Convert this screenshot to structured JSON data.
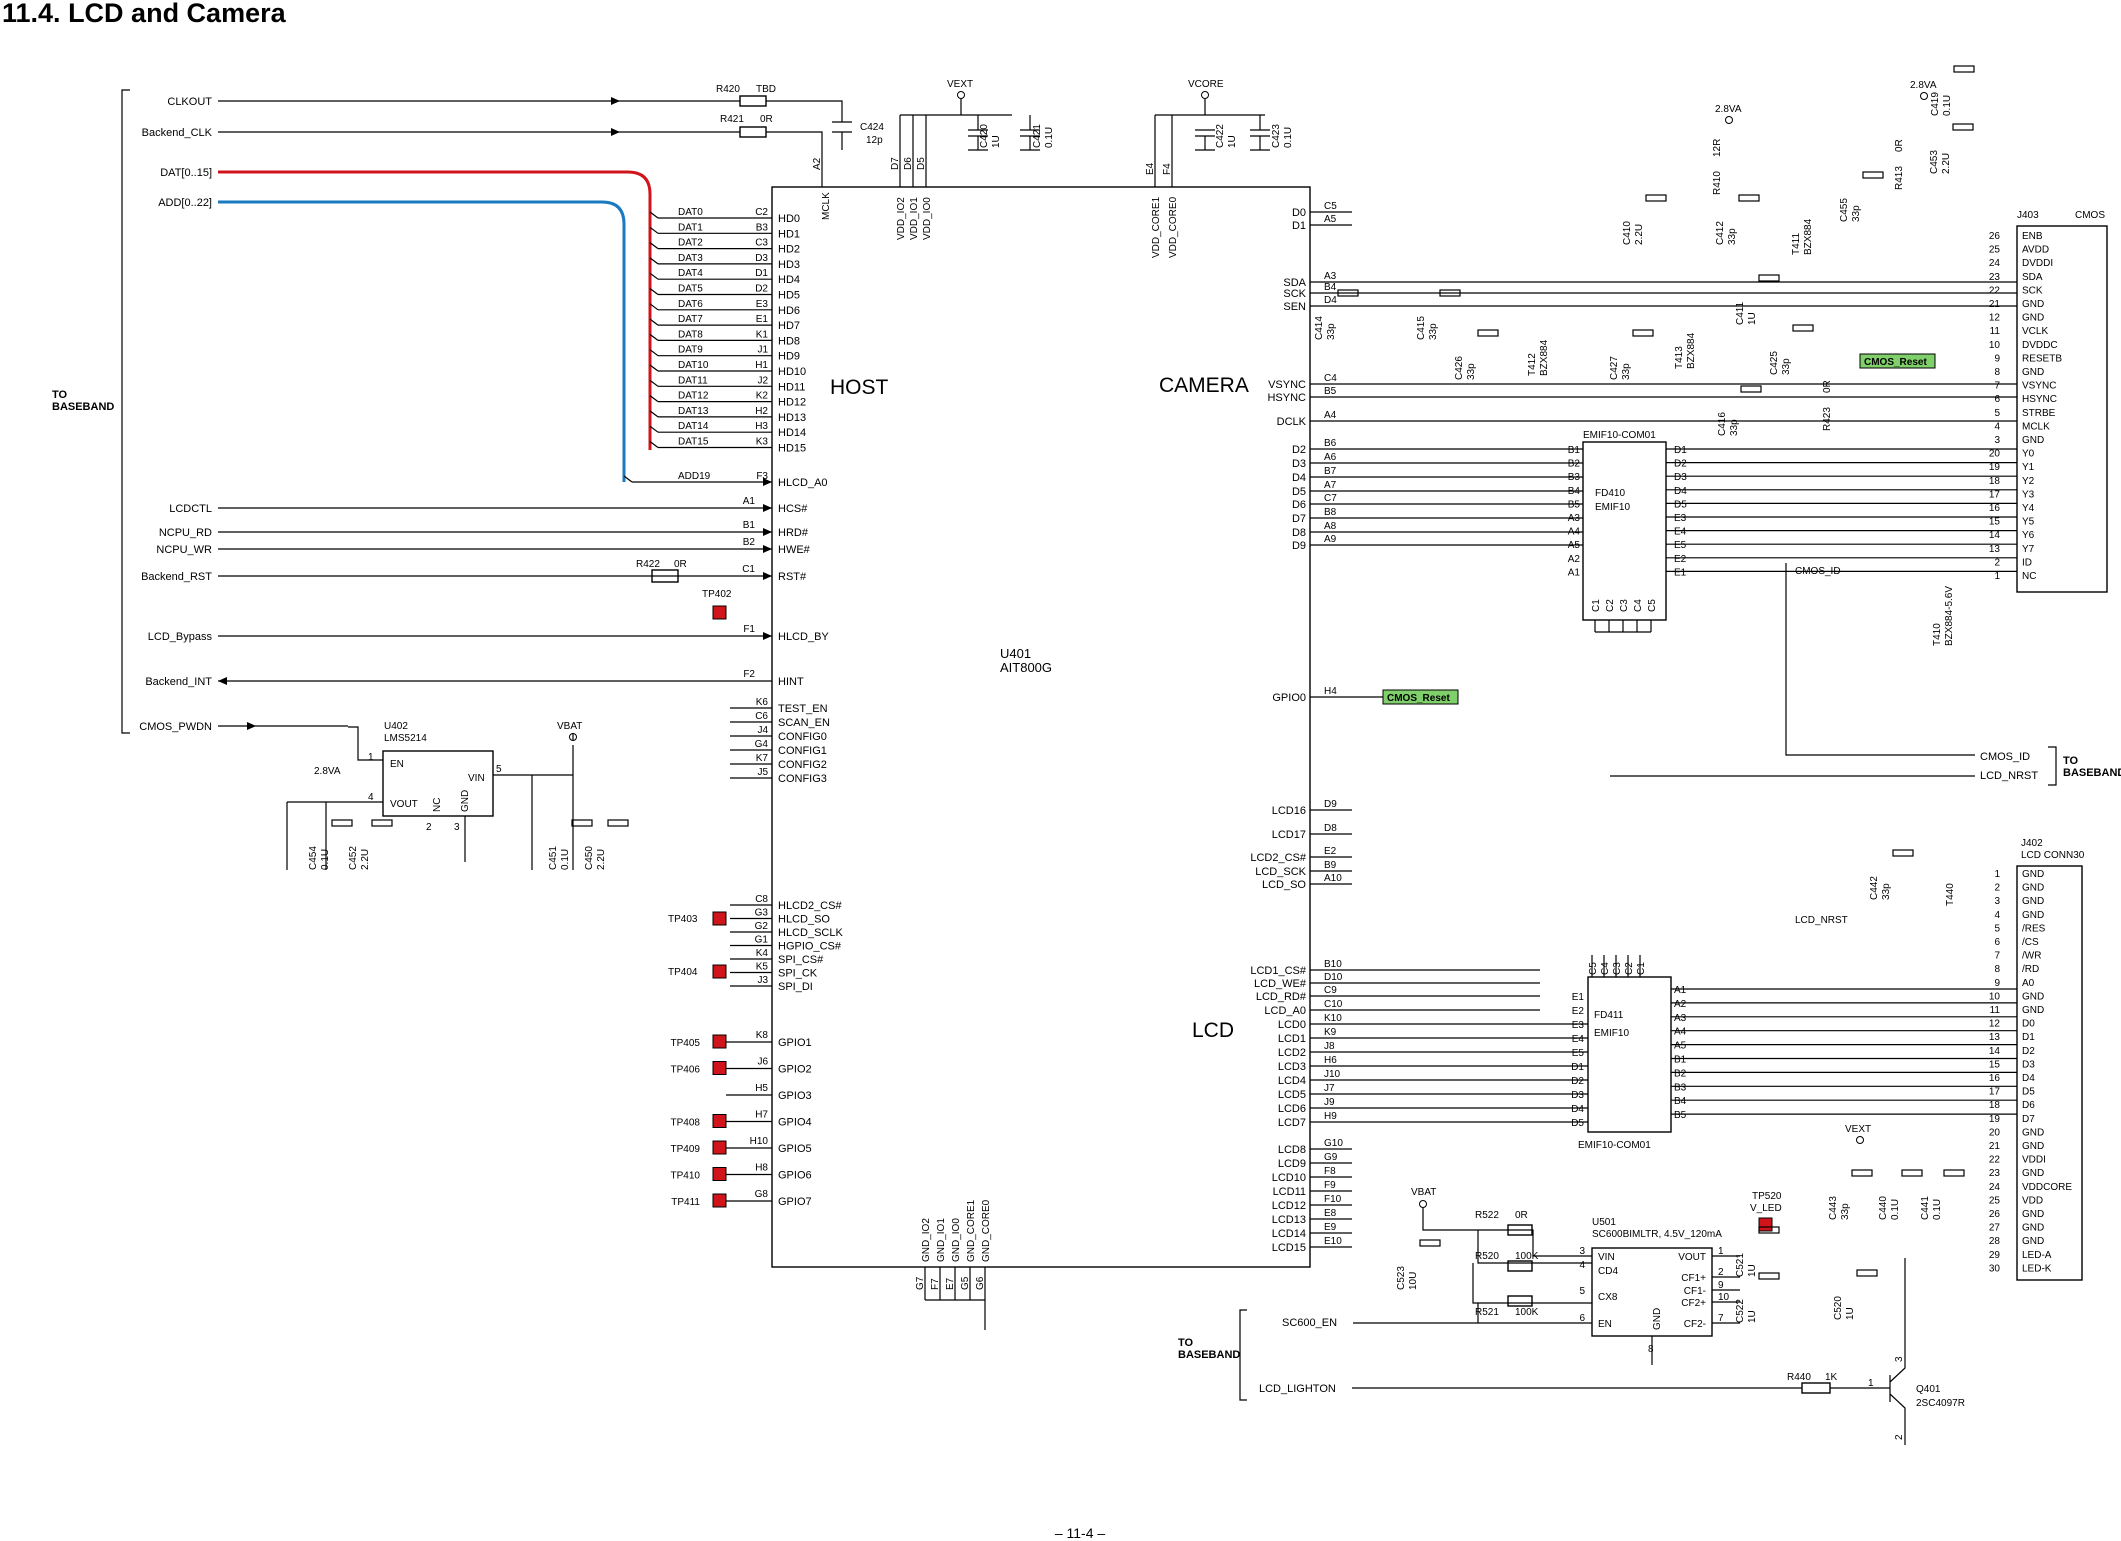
{
  "title": "11.4.  LCD and Camera",
  "page_number": "– 11-4 –",
  "blocks": {
    "host": "HOST",
    "camera": "CAMERA",
    "lcd": "LCD",
    "u401_ref": "U401",
    "u401_part": "AIT800G",
    "to_baseband": "TO BASEBAND"
  },
  "host_signals": [
    {
      "net": "CLKOUT"
    },
    {
      "net": "Backend_CLK"
    },
    {
      "net": "DAT[0..15]"
    },
    {
      "net": "ADD[0..22]"
    },
    {
      "net": "LCDCTL",
      "ball": "A1",
      "pin": "HCS#"
    },
    {
      "net": "NCPU_RD",
      "ball": "B1",
      "pin": "HRD#"
    },
    {
      "net": "NCPU_WR",
      "ball": "B2",
      "pin": "HWE#"
    },
    {
      "net": "Backend_RST",
      "ball": "C1",
      "pin": "RST#"
    },
    {
      "net": "LCD_Bypass",
      "ball": "F1",
      "pin": "HLCD_BY"
    },
    {
      "net": "Backend_INT",
      "ball": "F2",
      "pin": "HINT"
    },
    {
      "net": "CMOS_PWDN"
    }
  ],
  "host_data_pins": [
    {
      "net": "DAT0",
      "ball": "C2",
      "pin": "HD0"
    },
    {
      "net": "DAT1",
      "ball": "B3",
      "pin": "HD1"
    },
    {
      "net": "DAT2",
      "ball": "C3",
      "pin": "HD2"
    },
    {
      "net": "DAT3",
      "ball": "D3",
      "pin": "HD3"
    },
    {
      "net": "DAT4",
      "ball": "D1",
      "pin": "HD4"
    },
    {
      "net": "DAT5",
      "ball": "D2",
      "pin": "HD5"
    },
    {
      "net": "DAT6",
      "ball": "E3",
      "pin": "HD6"
    },
    {
      "net": "DAT7",
      "ball": "E1",
      "pin": "HD7"
    },
    {
      "net": "DAT8",
      "ball": "K1",
      "pin": "HD8"
    },
    {
      "net": "DAT9",
      "ball": "J1",
      "pin": "HD9"
    },
    {
      "net": "DAT10",
      "ball": "H1",
      "pin": "HD10"
    },
    {
      "net": "DAT11",
      "ball": "J2",
      "pin": "HD11"
    },
    {
      "net": "DAT12",
      "ball": "K2",
      "pin": "HD12"
    },
    {
      "net": "DAT13",
      "ball": "H2",
      "pin": "HD13"
    },
    {
      "net": "DAT14",
      "ball": "H3",
      "pin": "HD14"
    },
    {
      "net": "DAT15",
      "ball": "K3",
      "pin": "HD15"
    },
    {
      "net": "ADD19",
      "ball": "F3",
      "pin": "HLCD_A0"
    }
  ],
  "test_pins": [
    {
      "ball": "K6",
      "pin": "TEST_EN"
    },
    {
      "ball": "C6",
      "pin": "SCAN_EN"
    },
    {
      "ball": "J4",
      "pin": "CONFIG0"
    },
    {
      "ball": "G4",
      "pin": "CONFIG1"
    },
    {
      "ball": "K7",
      "pin": "CONFIG2"
    },
    {
      "ball": "J5",
      "pin": "CONFIG3"
    }
  ],
  "spi_pins": [
    {
      "ball": "C8",
      "pin": "HLCD2_CS#"
    },
    {
      "ball": "G3",
      "pin": "HLCD_SO"
    },
    {
      "ball": "G2",
      "pin": "HLCD_SCLK"
    },
    {
      "ball": "G1",
      "pin": "HGPIO_CS#"
    },
    {
      "ball": "K4",
      "pin": "SPI_CS#"
    },
    {
      "ball": "K5",
      "pin": "SPI_CK"
    },
    {
      "ball": "J3",
      "pin": "SPI_DI"
    }
  ],
  "gpio_pins": [
    {
      "tp": "TP405",
      "ball": "K8",
      "pin": "GPIO1"
    },
    {
      "tp": "TP406",
      "ball": "J6",
      "pin": "GPIO2"
    },
    {
      "tp": "",
      "ball": "H5",
      "pin": "GPIO3"
    },
    {
      "tp": "TP408",
      "ball": "H7",
      "pin": "GPIO4"
    },
    {
      "tp": "TP409",
      "ball": "H10",
      "pin": "GPIO5"
    },
    {
      "tp": "TP410",
      "ball": "H8",
      "pin": "GPIO6"
    },
    {
      "tp": "TP411",
      "ball": "G8",
      "pin": "GPIO7"
    }
  ],
  "top_pins": {
    "mclk": {
      "ball": "A2",
      "pin": "MCLK"
    },
    "vdd_io": [
      {
        "ball": "D7",
        "pin": "VDD_IO2"
      },
      {
        "ball": "D6",
        "pin": "VDD_IO1"
      },
      {
        "ball": "D5",
        "pin": "VDD_IO0"
      }
    ],
    "vdd_core": [
      {
        "ball": "E4",
        "pin": "VDD_CORE1"
      },
      {
        "ball": "F4",
        "pin": "VDD_CORE0"
      }
    ]
  },
  "bottom_pins": [
    {
      "ball": "G7",
      "pin": "GND_IO2"
    },
    {
      "ball": "F7",
      "pin": "GND_IO1"
    },
    {
      "ball": "E7",
      "pin": "GND_IO0"
    },
    {
      "ball": "G5",
      "pin": "GND_CORE1"
    },
    {
      "ball": "G6",
      "pin": "GND_CORE0"
    }
  ],
  "camera_pins": [
    {
      "ball": "C5",
      "pin": "D0"
    },
    {
      "ball": "A5",
      "pin": "D1"
    },
    {
      "ball": "A3",
      "pin": "SDA"
    },
    {
      "ball": "B4",
      "pin": "SCK"
    },
    {
      "ball": "D4",
      "pin": "SEN"
    },
    {
      "ball": "C4",
      "pin": "VSYNC"
    },
    {
      "ball": "B5",
      "pin": "HSYNC"
    },
    {
      "ball": "A4",
      "pin": "DCLK"
    },
    {
      "ball": "B6",
      "pin": "D2"
    },
    {
      "ball": "A6",
      "pin": "D3"
    },
    {
      "ball": "B7",
      "pin": "D4"
    },
    {
      "ball": "A7",
      "pin": "D5"
    },
    {
      "ball": "C7",
      "pin": "D6"
    },
    {
      "ball": "B8",
      "pin": "D7"
    },
    {
      "ball": "A8",
      "pin": "D8"
    },
    {
      "ball": "A9",
      "pin": "D9"
    },
    {
      "ball": "H4",
      "pin": "GPIO0"
    }
  ],
  "lcd_pins": [
    {
      "ball": "D9",
      "pin": "LCD16"
    },
    {
      "ball": "D8",
      "pin": "LCD17"
    },
    {
      "ball": "E2",
      "pin": "LCD2_CS#"
    },
    {
      "ball": "B9",
      "pin": "LCD_SCK"
    },
    {
      "ball": "A10",
      "pin": "LCD_SO"
    },
    {
      "ball": "B10",
      "pin": "LCD1_CS#"
    },
    {
      "ball": "D10",
      "pin": "LCD_WE#"
    },
    {
      "ball": "C9",
      "pin": "LCD_RD#"
    },
    {
      "ball": "C10",
      "pin": "LCD_A0"
    },
    {
      "ball": "K10",
      "pin": "LCD0"
    },
    {
      "ball": "K9",
      "pin": "LCD1"
    },
    {
      "ball": "J8",
      "pin": "LCD2"
    },
    {
      "ball": "H6",
      "pin": "LCD3"
    },
    {
      "ball": "J10",
      "pin": "LCD4"
    },
    {
      "ball": "J7",
      "pin": "LCD5"
    },
    {
      "ball": "J9",
      "pin": "LCD6"
    },
    {
      "ball": "H9",
      "pin": "LCD7"
    },
    {
      "ball": "G10",
      "pin": "LCD8"
    },
    {
      "ball": "G9",
      "pin": "LCD9"
    },
    {
      "ball": "F8",
      "pin": "LCD10"
    },
    {
      "ball": "F9",
      "pin": "LCD11"
    },
    {
      "ball": "F10",
      "pin": "LCD12"
    },
    {
      "ball": "E8",
      "pin": "LCD13"
    },
    {
      "ball": "E9",
      "pin": "LCD14"
    },
    {
      "ball": "E10",
      "pin": "LCD15"
    }
  ],
  "fd410": {
    "ref": "FD410",
    "part": "EMIF10",
    "label": "EMIF10-COM01",
    "left": [
      "B1",
      "B2",
      "B3",
      "B4",
      "B5",
      "A3",
      "A4",
      "A5",
      "A2",
      "A1"
    ],
    "right": [
      "D1",
      "D2",
      "D3",
      "D4",
      "D5",
      "E3",
      "E4",
      "E5",
      "E2",
      "E1"
    ],
    "bottom": [
      "C1",
      "C2",
      "C3",
      "C4",
      "C5"
    ]
  },
  "fd411": {
    "ref": "FD411",
    "part": "EMIF10",
    "label": "EMIF10-COM01",
    "left": [
      "E1",
      "E2",
      "E3",
      "E4",
      "E5",
      "D1",
      "D2",
      "D3",
      "D4",
      "D5"
    ],
    "right": [
      "A1",
      "A2",
      "A3",
      "A4",
      "A5",
      "B1",
      "B2",
      "B3",
      "B4",
      "B5"
    ],
    "top": [
      "C5",
      "C4",
      "C3",
      "C2",
      "C1"
    ]
  },
  "j403": {
    "ref": "J403",
    "name": "CMOS",
    "pins": [
      {
        "n": "26",
        "name": "ENB"
      },
      {
        "n": "25",
        "name": "AVDD"
      },
      {
        "n": "24",
        "name": "DVDDI"
      },
      {
        "n": "23",
        "name": "SDA"
      },
      {
        "n": "22",
        "name": "SCK"
      },
      {
        "n": "21",
        "name": "GND"
      },
      {
        "n": "12",
        "name": "GND"
      },
      {
        "n": "11",
        "name": "VCLK"
      },
      {
        "n": "10",
        "name": "DVDDC"
      },
      {
        "n": "9",
        "name": "RESETB"
      },
      {
        "n": "8",
        "name": "GND"
      },
      {
        "n": "7",
        "name": "VSYNC"
      },
      {
        "n": "6",
        "name": "HSYNC"
      },
      {
        "n": "5",
        "name": "STRBE"
      },
      {
        "n": "4",
        "name": "MCLK"
      },
      {
        "n": "3",
        "name": "GND"
      },
      {
        "n": "20",
        "name": "Y0"
      },
      {
        "n": "19",
        "name": "Y1"
      },
      {
        "n": "18",
        "name": "Y2"
      },
      {
        "n": "17",
        "name": "Y3"
      },
      {
        "n": "16",
        "name": "Y4"
      },
      {
        "n": "15",
        "name": "Y5"
      },
      {
        "n": "14",
        "name": "Y6"
      },
      {
        "n": "13",
        "name": "Y7"
      },
      {
        "n": "2",
        "name": "ID"
      },
      {
        "n": "1",
        "name": "NC"
      }
    ]
  },
  "j402": {
    "ref": "J402",
    "name": "LCD CONN30",
    "pins": [
      {
        "n": "1",
        "name": "GND"
      },
      {
        "n": "2",
        "name": "GND"
      },
      {
        "n": "3",
        "name": "GND"
      },
      {
        "n": "4",
        "name": "GND"
      },
      {
        "n": "5",
        "name": "/RES"
      },
      {
        "n": "6",
        "name": "/CS"
      },
      {
        "n": "7",
        "name": "/WR"
      },
      {
        "n": "8",
        "name": "/RD"
      },
      {
        "n": "9",
        "name": "A0"
      },
      {
        "n": "10",
        "name": "GND"
      },
      {
        "n": "11",
        "name": "GND"
      },
      {
        "n": "12",
        "name": "D0"
      },
      {
        "n": "13",
        "name": "D1"
      },
      {
        "n": "14",
        "name": "D2"
      },
      {
        "n": "15",
        "name": "D3"
      },
      {
        "n": "16",
        "name": "D4"
      },
      {
        "n": "17",
        "name": "D5"
      },
      {
        "n": "18",
        "name": "D6"
      },
      {
        "n": "19",
        "name": "D7"
      },
      {
        "n": "20",
        "name": "GND"
      },
      {
        "n": "21",
        "name": "GND"
      },
      {
        "n": "22",
        "name": "VDDI"
      },
      {
        "n": "23",
        "name": "GND"
      },
      {
        "n": "24",
        "name": "VDDCORE"
      },
      {
        "n": "25",
        "name": "VDD"
      },
      {
        "n": "26",
        "name": "GND"
      },
      {
        "n": "27",
        "name": "GND"
      },
      {
        "n": "28",
        "name": "GND"
      },
      {
        "n": "29",
        "name": "LED-A"
      },
      {
        "n": "30",
        "name": "LED-K"
      }
    ]
  },
  "u402": {
    "ref": "U402",
    "part": "LMS5214",
    "pins": [
      {
        "n": "1",
        "name": "EN"
      },
      {
        "n": "4",
        "name": "VOUT"
      },
      {
        "n": "5",
        "name": "VIN"
      },
      {
        "n": "2",
        "name": "NC"
      },
      {
        "n": "3",
        "name": "GND"
      }
    ]
  },
  "u501": {
    "ref": "U501",
    "part": "SC600BIMLTR, 4.5V_120mA",
    "left": [
      {
        "n": "3",
        "name": "VIN"
      },
      {
        "n": "4",
        "name": "CD4"
      },
      {
        "n": "5",
        "name": "CX8"
      },
      {
        "n": "6",
        "name": "EN"
      }
    ],
    "right": [
      {
        "n": "1",
        "name": "VOUT"
      },
      {
        "n": "2",
        "name": "CF1+"
      },
      {
        "n": "9",
        "name": "CF1-"
      },
      {
        "n": "10",
        "name": "CF2+"
      },
      {
        "n": "7",
        "name": "CF2-"
      }
    ],
    "bottom": [
      {
        "n": "8",
        "name": "GND"
      }
    ]
  },
  "q401": {
    "ref": "Q401",
    "part": "2SC4097R",
    "pins": [
      "1",
      "2",
      "3"
    ]
  },
  "power_nets": {
    "vext": "VEXT",
    "vcore": "VCORE",
    "vbat": "VBAT",
    "v28": "2.8VA"
  },
  "nets_misc": {
    "cmos_reset": "CMOS_Reset",
    "cmos_id": "CMOS_ID",
    "lcd_nrst": "LCD_NRST",
    "sc600_en": "SC600_EN",
    "lcd_lighton": "LCD_LIGHTON",
    "tp402": "TP402",
    "tp403": "TP403",
    "tp404": "TP404",
    "tp520": "TP520",
    "v_led": "V_LED"
  },
  "capacitors": [
    {
      "ref": "C424",
      "value": "12p"
    },
    {
      "ref": "C420",
      "value": "1U"
    },
    {
      "ref": "C421",
      "value": "0.1U"
    },
    {
      "ref": "C422",
      "value": "1U"
    },
    {
      "ref": "C423",
      "value": "0.1U"
    },
    {
      "ref": "C410",
      "value": "2.2U"
    },
    {
      "ref": "C412",
      "value": "33p"
    },
    {
      "ref": "C455",
      "value": "33p"
    },
    {
      "ref": "C419",
      "value": "0.1U"
    },
    {
      "ref": "C453",
      "value": "2.2U"
    },
    {
      "ref": "C414",
      "value": "33p"
    },
    {
      "ref": "C415",
      "value": "33p"
    },
    {
      "ref": "C426",
      "value": "33p"
    },
    {
      "ref": "C427",
      "value": "33p"
    },
    {
      "ref": "C411",
      "value": "1U"
    },
    {
      "ref": "C425",
      "value": "33p"
    },
    {
      "ref": "C416",
      "value": "33p"
    },
    {
      "ref": "C454",
      "value": "0.1U"
    },
    {
      "ref": "C452",
      "value": "2.2U"
    },
    {
      "ref": "C451",
      "value": "0.1U"
    },
    {
      "ref": "C450",
      "value": "2.2U"
    },
    {
      "ref": "C442",
      "value": "33p"
    },
    {
      "ref": "C443",
      "value": "33p"
    },
    {
      "ref": "C440",
      "value": "0.1U"
    },
    {
      "ref": "C441",
      "value": "0.1U"
    },
    {
      "ref": "C523",
      "value": "10U"
    },
    {
      "ref": "C521",
      "value": "1U"
    },
    {
      "ref": "C522",
      "value": "1U"
    },
    {
      "ref": "C520",
      "value": "1U"
    }
  ],
  "resistors": [
    {
      "ref": "R420",
      "value": "TBD"
    },
    {
      "ref": "R421",
      "value": "0R"
    },
    {
      "ref": "R422",
      "value": "0R"
    },
    {
      "ref": "R410",
      "value": "12R"
    },
    {
      "ref": "R413",
      "value": "0R"
    },
    {
      "ref": "R423",
      "value": "0R"
    },
    {
      "ref": "R522",
      "value": "0R"
    },
    {
      "ref": "R520",
      "value": "100K"
    },
    {
      "ref": "R521",
      "value": "100K"
    },
    {
      "ref": "R440",
      "value": "1K"
    }
  ],
  "diodes": [
    {
      "ref": "T411",
      "part": "BZX884"
    },
    {
      "ref": "T412",
      "part": "BZX884"
    },
    {
      "ref": "T413",
      "part": "BZX884"
    },
    {
      "ref": "T410",
      "part": "BZX884-5.6V"
    },
    {
      "ref": "T440",
      "part": ""
    }
  ]
}
